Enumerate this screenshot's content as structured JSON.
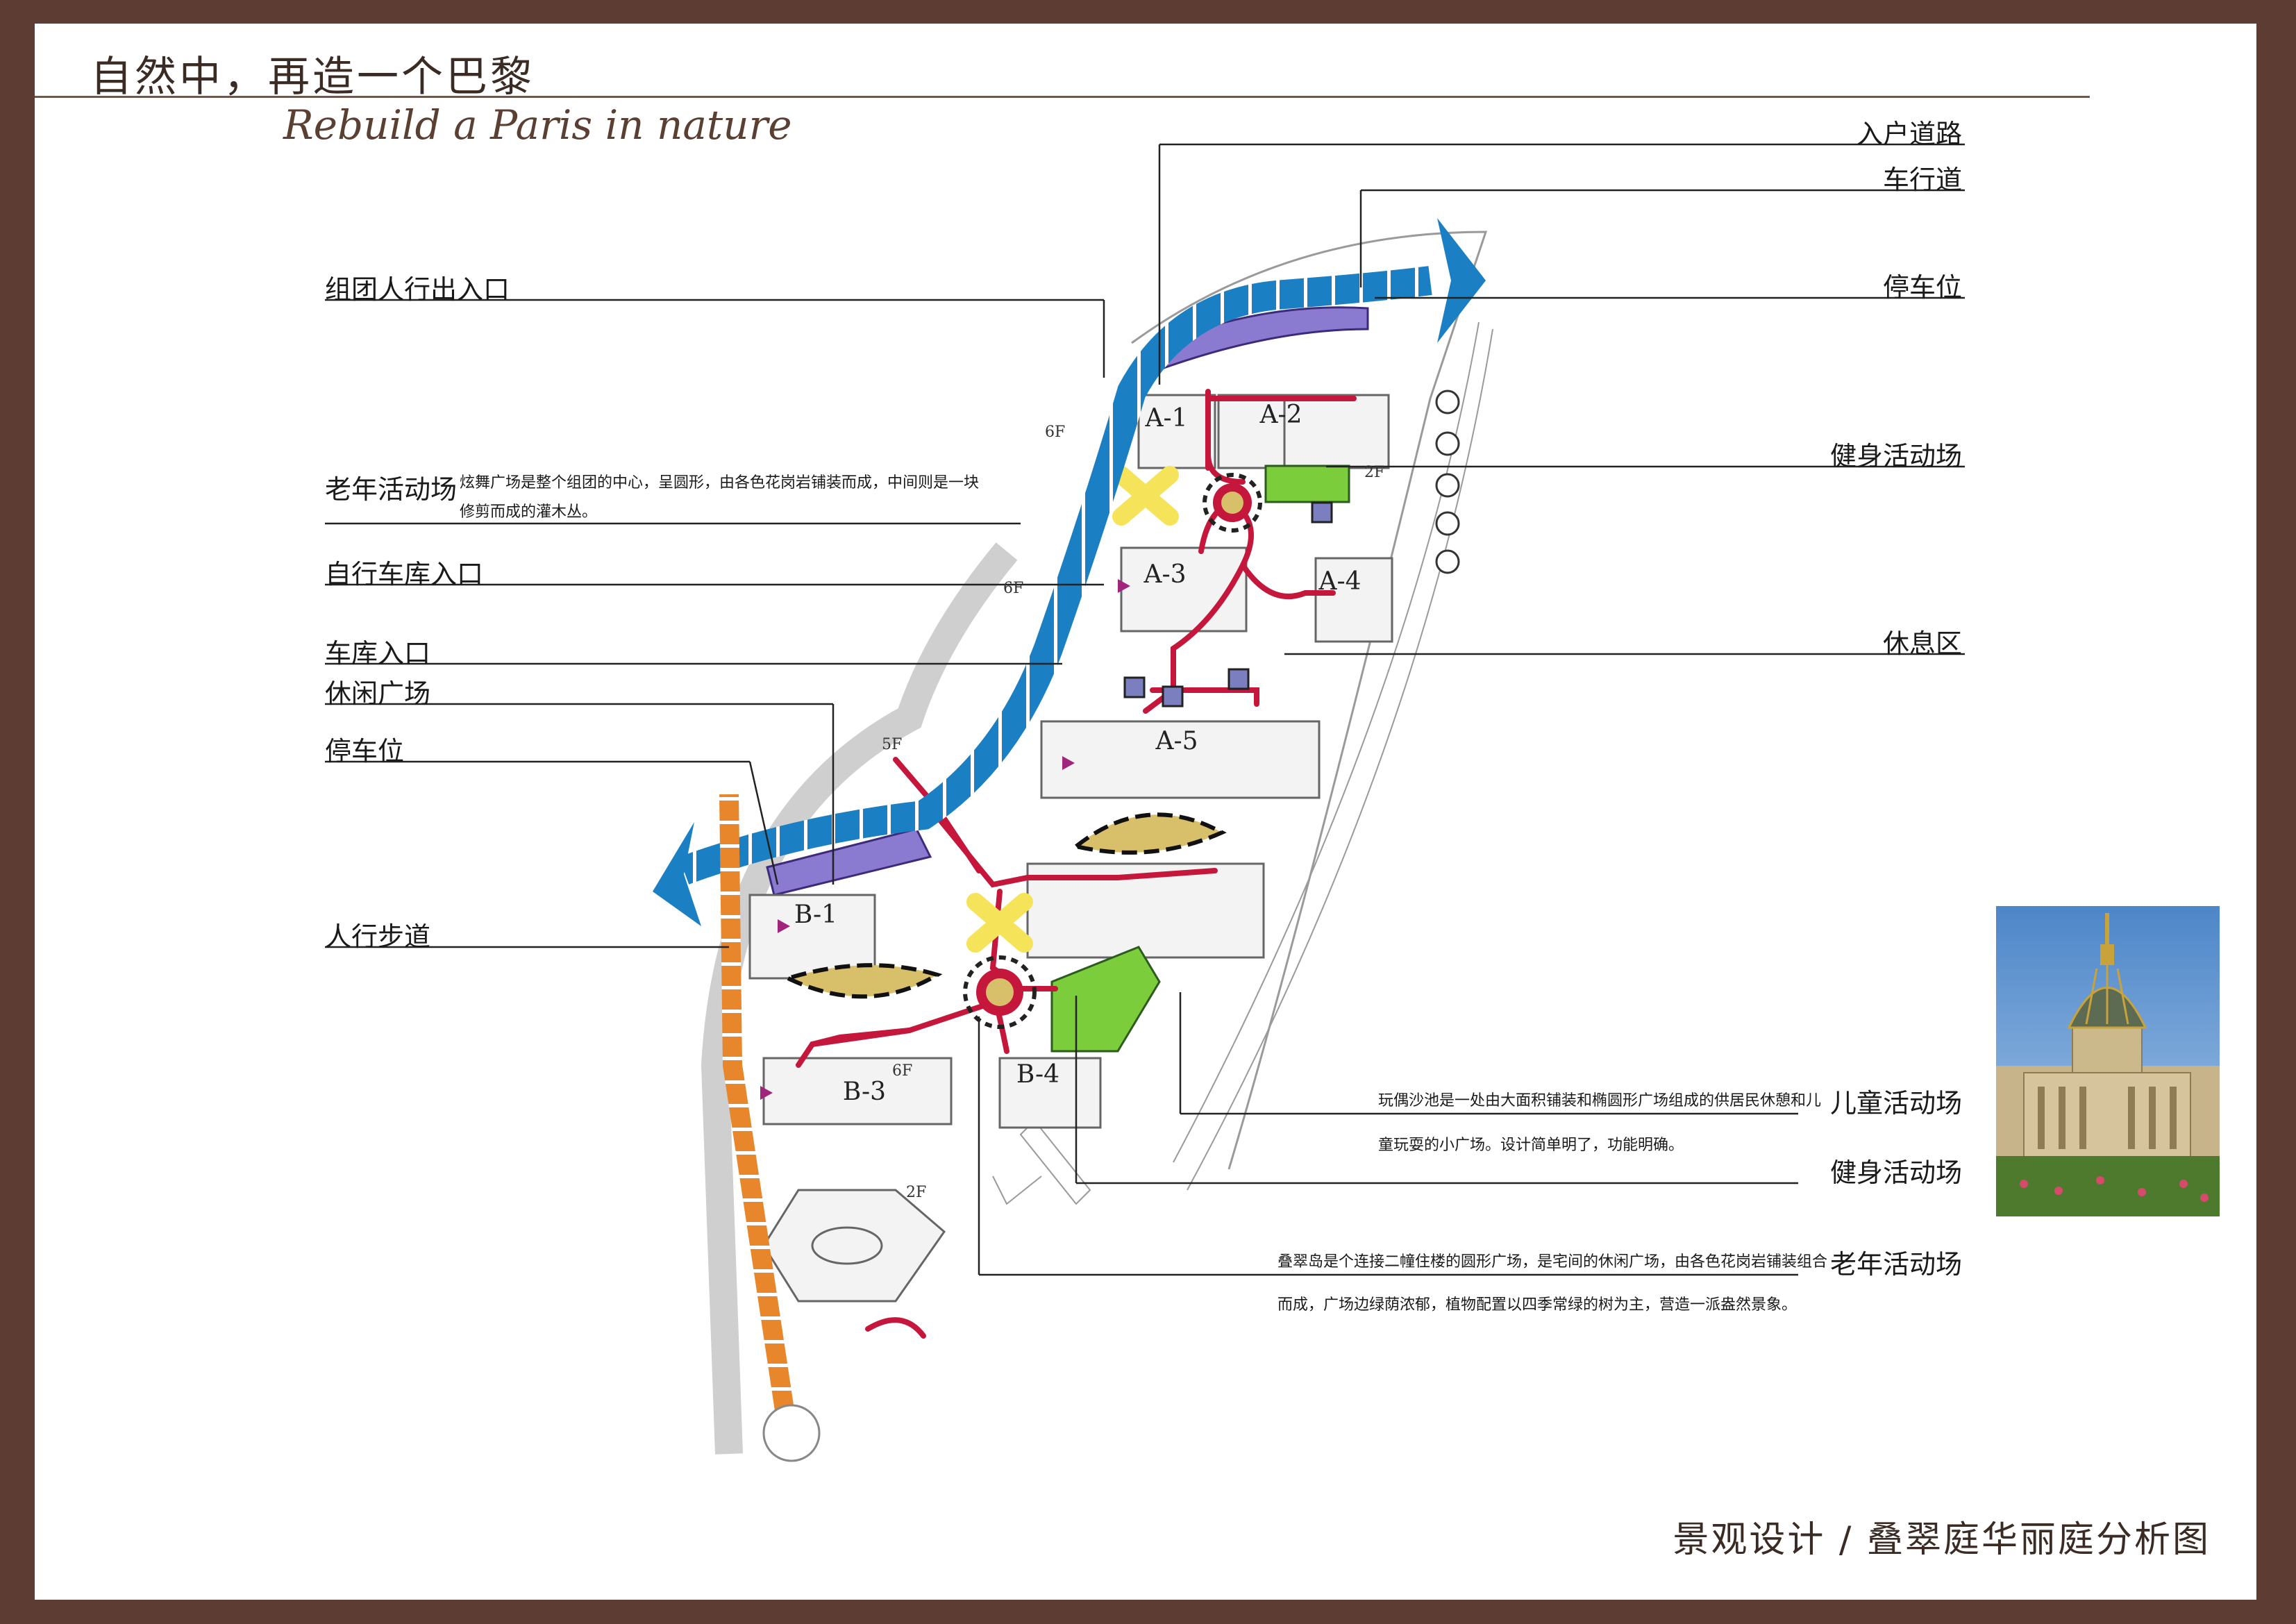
{
  "header": {
    "title_cn": "自然中，再造一个巴黎",
    "title_en": "Rebuild a Paris in nature"
  },
  "labels": {
    "left": {
      "group_pedestrian_entrance": "组团人行出入口",
      "elderly_area": "老年活动场",
      "elderly_area_note_1": "炫舞广场是整个组团的中心，呈圆形，由各色花岗岩铺装而成，中间则是一块",
      "elderly_area_note_2": "修剪而成的灌木丛。",
      "bicycle_garage_entrance": "自行车库入口",
      "garage_entrance": "车库入口",
      "leisure_plaza": "休闲广场",
      "parking": "停车位",
      "sidewalk": "人行步道"
    },
    "right": {
      "entry_road": "入户道路",
      "driveway": "车行道",
      "parking": "停车位",
      "fitness_area": "健身活动场",
      "rest_area": "休息区",
      "children_area": "儿童活动场",
      "children_note_1": "玩偶沙池是一处由大面积铺装和椭圆形广场组成的供居民休憩和儿",
      "children_note_2": "童玩耍的小广场。设计简单明了，功能明确。",
      "fitness_area_2": "健身活动场",
      "elderly_area_2": "老年活动场",
      "elderly_note_1": "叠翠岛是个连接二幢住楼的圆形广场，是宅间的休闲广场，由各色花岗岩铺装组合",
      "elderly_note_2": "而成，广场边绿荫浓郁，植物配置以四季常绿的树为主，营造一派盎然景象。"
    }
  },
  "buildings": {
    "a1": "A-1",
    "a2": "A-2",
    "a3": "A-3",
    "a4": "A-4",
    "a5": "A-5",
    "b1": "B-1",
    "b3": "B-3",
    "b4": "B-4"
  },
  "floor_tags": {
    "f6a": "6F",
    "f6b": "6F",
    "f6c": "6F",
    "f5": "5F",
    "f2a": "2F",
    "f2b": "2F"
  },
  "footer": {
    "caption": "景观设计 / 叠翠庭华丽庭分析图"
  },
  "colors": {
    "frame": "#5d3d33",
    "driveway": "#1b7fc4",
    "sidewalk": "#e8862b",
    "entry_road": "#c4173b",
    "parking": "#8a7ad0",
    "fitness": "#7ccd3c",
    "sandpit": "#d8bf6a",
    "plaza_x": "#f5e35a"
  }
}
